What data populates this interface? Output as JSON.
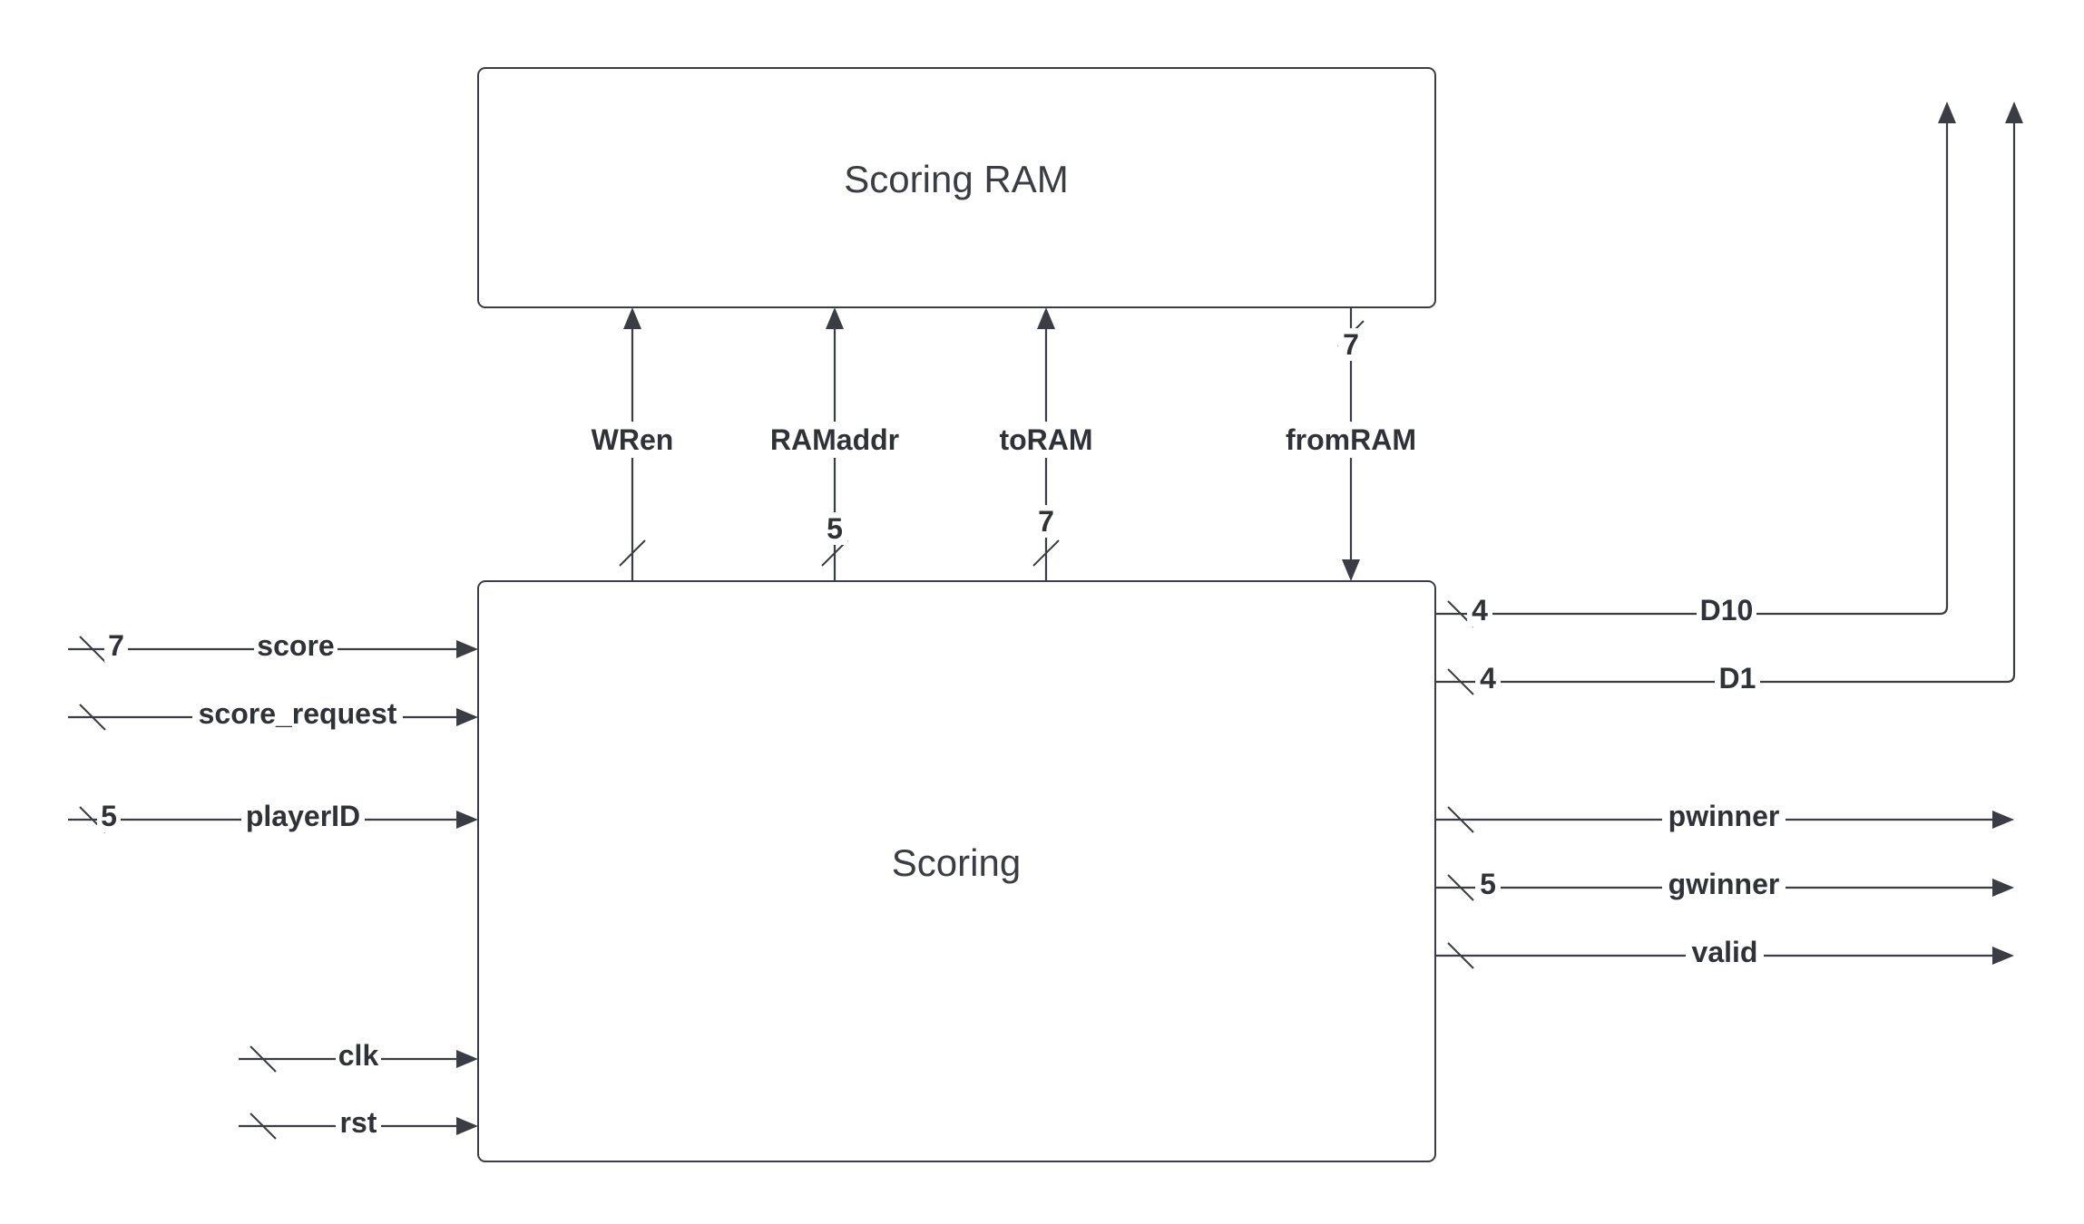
{
  "blocks": {
    "ram": "Scoring RAM",
    "scoring": "Scoring"
  },
  "inputs": {
    "score": {
      "label": "score",
      "width": "7"
    },
    "score_request": {
      "label": "score_request"
    },
    "playerID": {
      "label": "playerID",
      "width": "5"
    },
    "clk": {
      "label": "clk"
    },
    "rst": {
      "label": "rst"
    }
  },
  "ram_bus": {
    "wren": {
      "label": "WRen"
    },
    "ramaddr": {
      "label": "RAMaddr",
      "width": "5"
    },
    "toram": {
      "label": "toRAM",
      "width": "7"
    },
    "fromram": {
      "label": "fromRAM",
      "width": "7"
    }
  },
  "outputs": {
    "d10": {
      "label": "D10",
      "width": "4"
    },
    "d1": {
      "label": "D1",
      "width": "4"
    },
    "pwinner": {
      "label": "pwinner"
    },
    "gwinner": {
      "label": "gwinner",
      "width": "5"
    },
    "valid": {
      "label": "valid"
    }
  }
}
